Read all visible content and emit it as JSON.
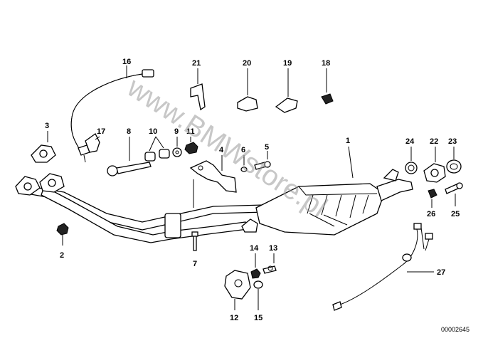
{
  "diagram": {
    "reference_code": "00002645",
    "watermark": "www.BMWstore.pl",
    "callouts": [
      "1",
      "2",
      "3",
      "4",
      "5",
      "6",
      "7",
      "8",
      "9",
      "10",
      "11",
      "12",
      "13",
      "14",
      "15",
      "16",
      "17",
      "18",
      "19",
      "20",
      "21",
      "22",
      "23",
      "24",
      "25",
      "26",
      "27"
    ]
  }
}
